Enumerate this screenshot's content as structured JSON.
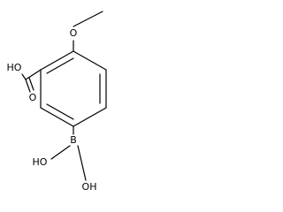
{
  "molecule": {
    "atoms": {
      "carboxyl_oh": "HO",
      "carbonyl_o": "O",
      "methoxy_o": "O",
      "boron": "B",
      "boron_oh_left": "HO",
      "boron_oh_bottom": "OH"
    }
  }
}
